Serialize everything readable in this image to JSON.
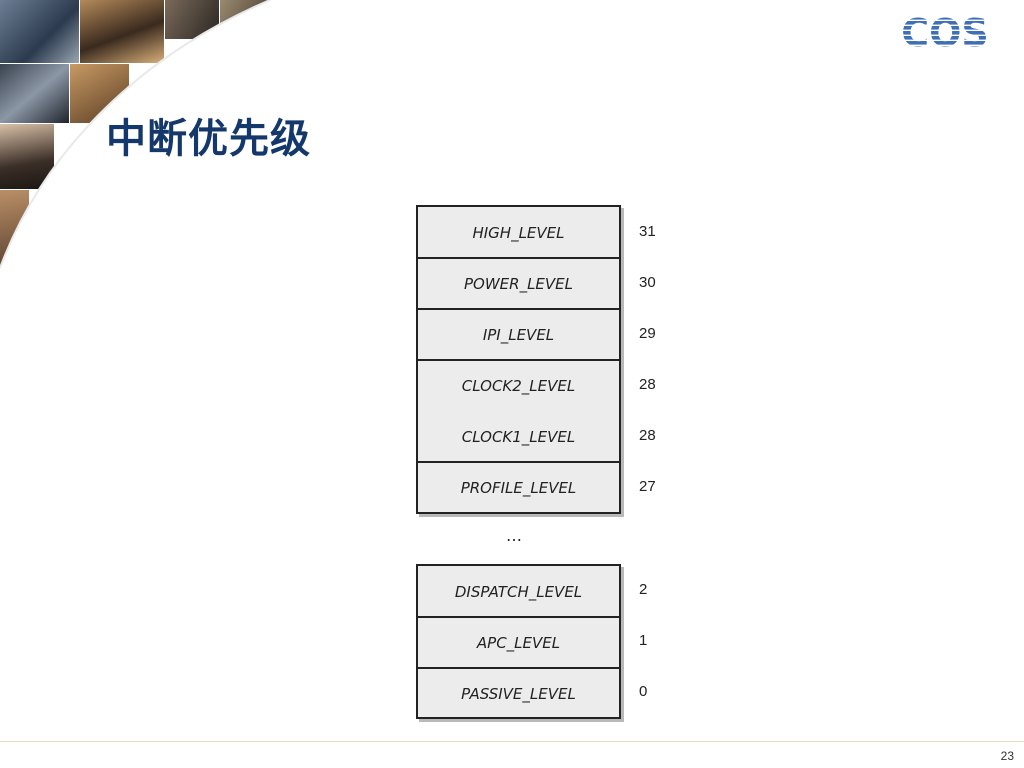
{
  "slide": {
    "title": "中断优先级",
    "page_number": "23"
  },
  "logo": {
    "text": "COS",
    "color": "#3f6fb5"
  },
  "diagram": {
    "levels_top": [
      {
        "name": "HIGH_LEVEL",
        "value": "31"
      },
      {
        "name": "POWER_LEVEL",
        "value": "30"
      },
      {
        "name": "IPI_LEVEL",
        "value": "29"
      },
      {
        "name": "CLOCK2_LEVEL",
        "value": "28"
      },
      {
        "name": "CLOCK1_LEVEL",
        "value": "28"
      },
      {
        "name": "PROFILE_LEVEL",
        "value": "27"
      }
    ],
    "ellipsis": "…",
    "levels_bottom": [
      {
        "name": "DISPATCH_LEVEL",
        "value": "2"
      },
      {
        "name": "APC_LEVEL",
        "value": "1"
      },
      {
        "name": "PASSIVE_LEVEL",
        "value": "0"
      }
    ]
  },
  "colors": {
    "title": "#14386b",
    "box_fill": "#ececec",
    "box_border": "#222222"
  }
}
